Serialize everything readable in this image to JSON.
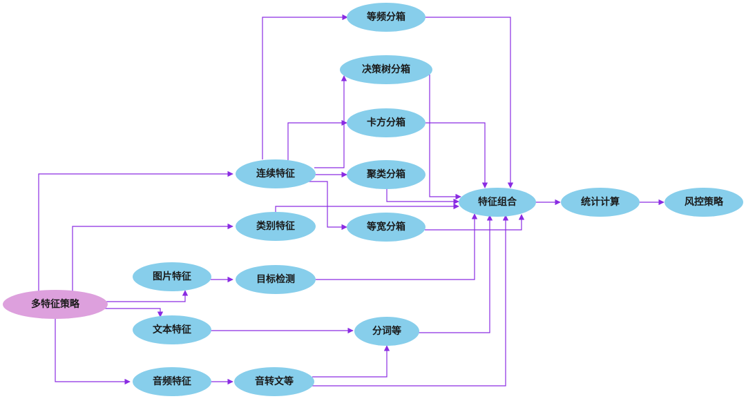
{
  "colors": {
    "node_fill": "#87ceeb",
    "root_fill": "#dda0dd",
    "edge": "#8a2be2",
    "text": "#1a1a1a"
  },
  "nodes": {
    "root": "多特征策略",
    "continuous": "连续特征",
    "categorical": "类别特征",
    "image": "图片特征",
    "text_feature": "文本特征",
    "audio": "音频特征",
    "equal_freq": "等频分箱",
    "tree_binning": "决策树分箱",
    "chi_binning": "卡方分箱",
    "cluster_binning": "聚类分箱",
    "equal_width": "等宽分箱",
    "object_detection": "目标检测",
    "tokenize": "分词等",
    "speech_to_text": "音转文等",
    "feature_combo": "特征组合",
    "stat_compute": "统计计算",
    "risk_strategy": "风控策略"
  }
}
